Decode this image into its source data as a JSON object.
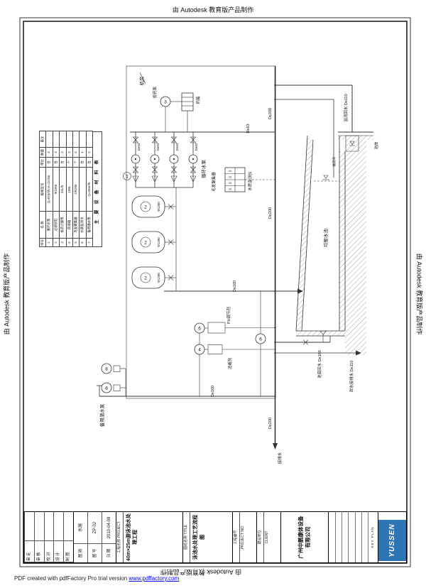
{
  "page": {
    "banner": "由 Autodesk 教育版产品制作",
    "footer": {
      "text": "PDF created with pdfFactory Pro trial version ",
      "link": "www.pdffactory.com"
    }
  },
  "diagram": {
    "labels": {
      "room": "机房",
      "dosing_pump": "投药泵",
      "dosing_tank": "药箱",
      "circulation_pumps": "循环水泵",
      "hair_collector": "毛发聚集器",
      "filter_spec": "Φ1200",
      "monitor": "水质监测仪",
      "monitor_cell": "10",
      "ph_feeder": "PH调节剂",
      "cl_feeder": "消毒剂",
      "backup_pump": "备用潜水泵",
      "balance_tank": "均衡水池",
      "overflow_return": "溢流回水 De110",
      "bottom_return": "池底回水 De160",
      "drain": "泄水接排水 De110",
      "to_drain": "接排水",
      "pool_deck": "池岸",
      "gutter": "溢流沟"
    },
    "pipes": {
      "main": "De200",
      "branch": "De63",
      "bottom": "De160"
    },
    "tags": {
      "pump": "1",
      "filter": "2",
      "dosing": "3",
      "heater": "4",
      "feeder": "6",
      "backup": "8"
    }
  },
  "equipment_table": {
    "title": "主要设备材料表",
    "headers": [
      "序号",
      "名 称",
      "规格型号",
      "单位",
      "数量",
      "备注"
    ],
    "rows": [
      [
        "1",
        "循环水泵",
        "Q=97m³/h H=13.5m",
        "台",
        "4",
        ""
      ],
      [
        "2",
        "过滤砂缸",
        "Φ1200",
        "台",
        "3",
        ""
      ],
      [
        "3",
        "投药计量泵",
        "24L/h",
        "台",
        "2",
        ""
      ],
      [
        "4",
        "药液箱",
        "100L",
        "个",
        "2",
        ""
      ],
      [
        "5",
        "毛发聚集器",
        "DN100",
        "个",
        "4",
        ""
      ],
      [
        "6",
        "水质监测仪",
        "",
        "台",
        "1",
        ""
      ],
      [
        "7",
        "备用潜水泵",
        "Q=25m³/h",
        "台",
        "2",
        ""
      ]
    ]
  },
  "title_block": {
    "roles": [
      {
        "label": "审 定",
        "value": ""
      },
      {
        "label": "审 核",
        "value": ""
      },
      {
        "label": "校 对",
        "value": ""
      },
      {
        "label": "设 计",
        "value": ""
      },
      {
        "label": "制 图",
        "value": ""
      }
    ],
    "fields": [
      {
        "label": "图 别",
        "value": "水施"
      },
      {
        "label": "图 号",
        "value": "ZP-02"
      },
      {
        "label": "日 期",
        "value": "2010-04-08"
      }
    ],
    "project": {
      "label": "工程名称",
      "en": "PROJECT",
      "value": "40m×25m游泳池水处理工程"
    },
    "drawing_title": {
      "label": "图纸名称",
      "en": "TITLE",
      "value": "泳池水处理工艺流程图"
    },
    "project_no": {
      "label": "工程编号",
      "en": "PROJECT NO."
    },
    "client": {
      "label": "建设单位",
      "en": "CLIENT"
    },
    "company": "广州中鹏康体设备有限公司",
    "key_plan": "KEY PLAN",
    "logo": "YUSSEN",
    "logo_color": "#2e75b6"
  }
}
